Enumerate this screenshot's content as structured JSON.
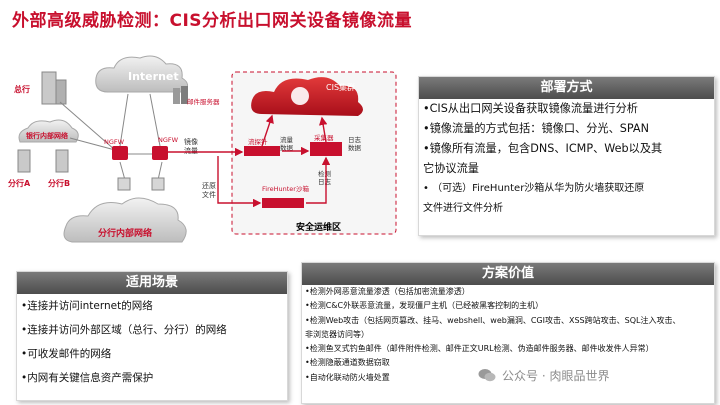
{
  "title": "外部高级威胁检测：CIS分析出口网关设备镜像流量",
  "diagram": {
    "internet": "Internet",
    "mail_server": "邮件服务器",
    "hq": "总行",
    "bank_internal": "银行内部网络",
    "branch_a": "分行A",
    "branch_b": "分行B",
    "ngfw_left": "NGFW",
    "ngfw_right": "NGFW",
    "mirror_traffic_line1": "镜像",
    "mirror_traffic_line2": "流量",
    "restore_file_line1": "还原",
    "restore_file_line2": "文件",
    "branch_internal": "分行内部网络",
    "cis_cluster": "CIS集群",
    "probe": "流探针",
    "flow_data_line1": "流量",
    "flow_data_line2": "数据",
    "collector": "采集器",
    "log_data_line1": "日志",
    "log_data_line2": "数据",
    "detect_log_line1": "检测",
    "detect_log_line2": "日志",
    "firehunter": "FireHunter沙箱",
    "soc": "安全运维区",
    "colors": {
      "accent": "#c8102e",
      "panel_head": "#5a5a5a"
    }
  },
  "deploy": {
    "heading": "部署方式",
    "lines": [
      "•CIS从出口网关设备获取镜像流量进行分析",
      "•镜像流量的方式包括：镜像口、分光、SPAN",
      "•镜像所有流量，包含DNS、ICMP、Web以及其",
      "它协议流量",
      "• （可选）FireHunter沙箱从华为防火墙获取还原",
      "文件进行文件分析"
    ]
  },
  "scenarios": {
    "heading": "适用场景",
    "items": [
      "•连接并访问internet的网络",
      "•连接并访问外部区域（总行、分行）的网络",
      "•可收发邮件的网络",
      "•内网有关键信息资产需保护"
    ]
  },
  "value": {
    "heading": "方案价值",
    "items": [
      "•检测外网恶意流量渗透（包括加密流量渗透）",
      "•检测C&C外联恶意流量，发现僵尸主机（已经被黑客控制的主机）",
      "•检测Web攻击（包括网页篡改、挂马、webshell、web漏洞、CGI攻击、XSS跨站攻击、SQL注入攻击、",
      "非浏览器访问等）",
      "•检测鱼叉式钓鱼邮件（邮件附件检测、邮件正文URL检测、伪造邮件服务器、邮件收发件人异常）",
      "•检测隐蔽通道数据窃取",
      "•自动化联动防火墙处置"
    ]
  },
  "watermark": "公众号 · 肉眼品世界"
}
